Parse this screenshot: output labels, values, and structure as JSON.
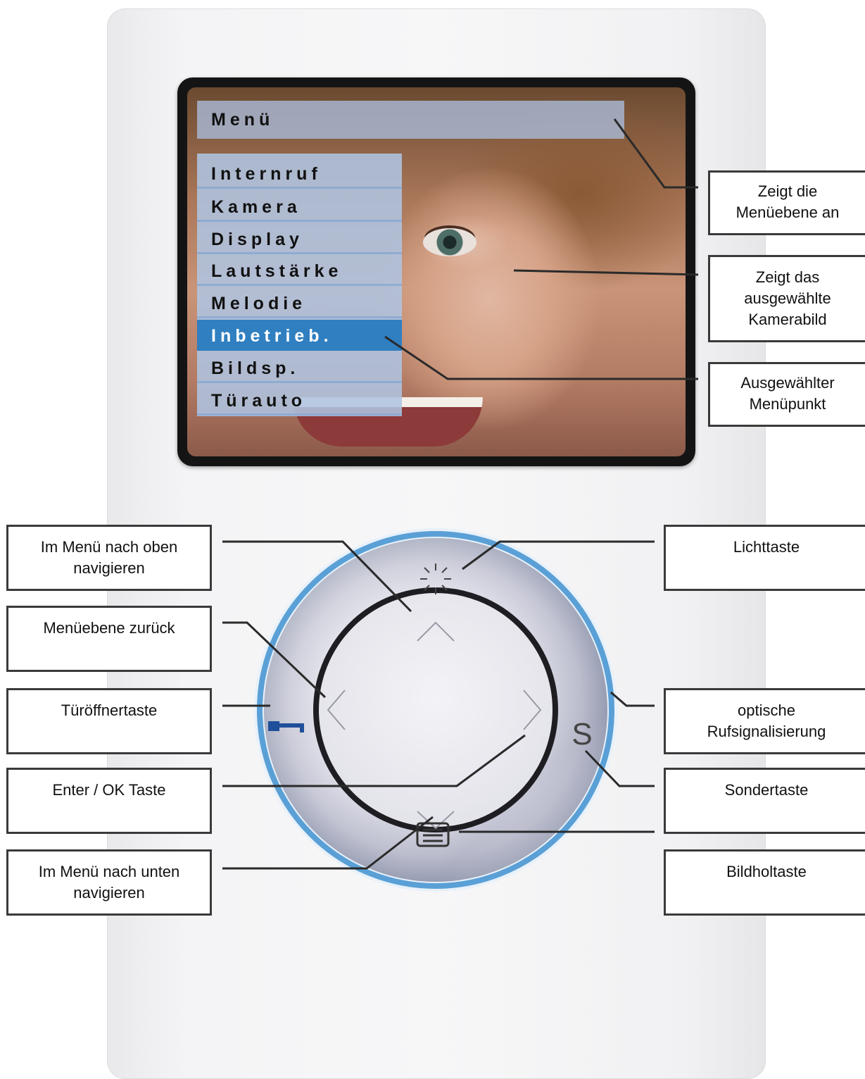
{
  "screen": {
    "menu_title": "Menü",
    "menu_items": [
      "Internruf",
      "Kamera",
      "Display",
      "Lautstärke",
      "Melodie",
      "Inbetrieb.",
      "Bildsp.",
      "Türauto"
    ],
    "selected_item": "Inbetrieb."
  },
  "callouts": {
    "menu_level": [
      "Zeigt die",
      "Menüebene an"
    ],
    "camera_image": [
      "Zeigt das",
      "ausgewählte",
      "Kamerabild"
    ],
    "selected_menu_item": [
      "Ausgewählter",
      "Menüpunkt"
    ],
    "nav_up": [
      "Im Menü nach oben",
      "navigieren"
    ],
    "menu_back": [
      "Menüebene zurück"
    ],
    "door_opener": [
      "Türöffnertaste"
    ],
    "enter_ok": [
      "Enter / OK Taste"
    ],
    "nav_down": [
      "Im Menü nach unten",
      "navigieren"
    ],
    "light": [
      "Lichttaste"
    ],
    "call_signal": [
      "optische",
      "Rufsignalisierung"
    ],
    "special": [
      "Sondertaste"
    ],
    "image_hold": [
      "Bildholtaste"
    ]
  },
  "buttons": {
    "special_key_label": "S"
  },
  "colors": {
    "selected_item": "#2f7fc1",
    "ring_glow": "#5aa0d6",
    "key_icon": "#1f4f9a"
  },
  "icons": [
    "light-icon",
    "key-icon",
    "image-hold-icon",
    "chevron-up-icon",
    "chevron-down-icon",
    "chevron-left-icon",
    "chevron-right-icon"
  ]
}
